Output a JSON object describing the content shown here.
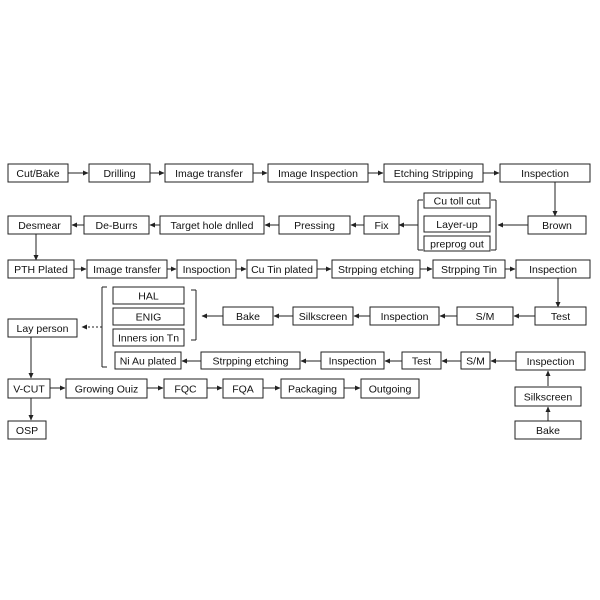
{
  "colors": {
    "stroke": "#222222",
    "text": "#111111",
    "background": "#ffffff"
  },
  "nodes": {
    "cut_bake": "Cut/Bake",
    "drilling": "Drilling",
    "image_transfer_1": "Image transfer",
    "image_inspection": "Image Inspection",
    "etching_stripping": "Etching Stripping",
    "inspection_1": "Inspection",
    "brown": "Brown",
    "cu_toll_cut": "Cu toll cut",
    "layer_up": "Layer-up",
    "preprog_out": "preprog out",
    "fix": "Fix",
    "pressing": "Pressing",
    "target_hole": "Target hole dnlled",
    "de_burrs": "De-Burrs",
    "desmear": "Desmear",
    "pth_plated": "PTH Plated",
    "image_transfer_2": "Image transfer",
    "inspoction": "Inspoction",
    "cu_tin_plated": "Cu Tin plated",
    "strpping_etching_1": "Strpping etching",
    "strpping_tin": "Strpping Tin",
    "inspection_2": "Inspection",
    "test_1": "Test",
    "sm_1": "S/M",
    "inspection_3": "Inspection",
    "silkscreen_1": "Silkscreen",
    "bake_1": "Bake",
    "hal": "HAL",
    "enig": "ENIG",
    "inners_ion_tn": "Inners ion Tn",
    "ni_au_plated": "Ni Au plated",
    "strpping_etching_2": "Strpping etching",
    "inspection_4": "Inspection",
    "test_2": "Test",
    "sm_2": "S/M",
    "inspection_5": "Inspection",
    "silkscreen_2": "Silkscreen",
    "bake_2": "Bake",
    "lay_person": "Lay person",
    "v_cut": "V-CUT",
    "growing_ouiz": "Growing Ouiz",
    "fqc": "FQC",
    "fqa": "FQA",
    "packaging": "Packaging",
    "outgoing": "Outgoing",
    "osp": "OSP"
  }
}
